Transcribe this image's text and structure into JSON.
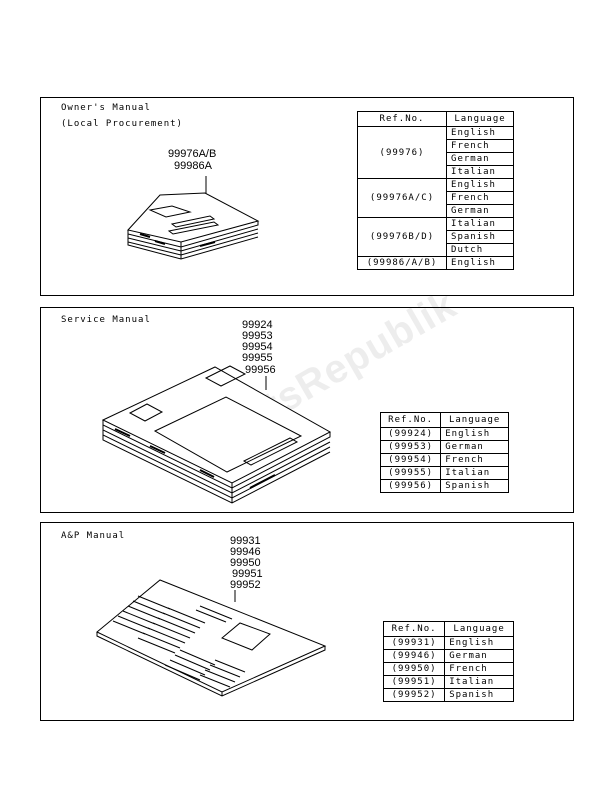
{
  "watermark": "PartsRepublik",
  "owners": {
    "title1": "Owner's Manual",
    "title2": "(Local Procurement)",
    "part_numbers": [
      "99976A/B",
      "99986A"
    ],
    "table": {
      "header_ref": "Ref.No.",
      "header_lang": "Language",
      "groups": [
        {
          "ref": "(99976)",
          "langs": [
            "English",
            "French",
            "German",
            "Italian"
          ]
        },
        {
          "ref": "(99976A/C)",
          "langs": [
            "English",
            "French",
            "German"
          ]
        },
        {
          "ref": "(99976B/D)",
          "langs": [
            "Italian",
            "Spanish",
            "Dutch"
          ]
        },
        {
          "ref": "(99986/A/B)",
          "langs": [
            "English"
          ]
        }
      ]
    }
  },
  "service": {
    "title": "Service Manual",
    "part_numbers": [
      "99924",
      "99953",
      "99954",
      "99955",
      "99956"
    ],
    "table": {
      "header_ref": "Ref.No.",
      "header_lang": "Language",
      "rows": [
        {
          "ref": "(99924)",
          "lang": "English"
        },
        {
          "ref": "(99953)",
          "lang": "German"
        },
        {
          "ref": "(99954)",
          "lang": "French"
        },
        {
          "ref": "(99955)",
          "lang": "Italian"
        },
        {
          "ref": "(99956)",
          "lang": "Spanish"
        }
      ]
    }
  },
  "ap": {
    "title": "A&P Manual",
    "part_numbers": [
      "99931",
      "99946",
      "99950",
      "99951",
      "99952"
    ],
    "table": {
      "header_ref": "Ref.No.",
      "header_lang": "Language",
      "rows": [
        {
          "ref": "(99931)",
          "lang": "English"
        },
        {
          "ref": "(99946)",
          "lang": "German"
        },
        {
          "ref": "(99950)",
          "lang": "French"
        },
        {
          "ref": "(99951)",
          "lang": "Italian"
        },
        {
          "ref": "(99952)",
          "lang": "Spanish"
        }
      ]
    }
  }
}
